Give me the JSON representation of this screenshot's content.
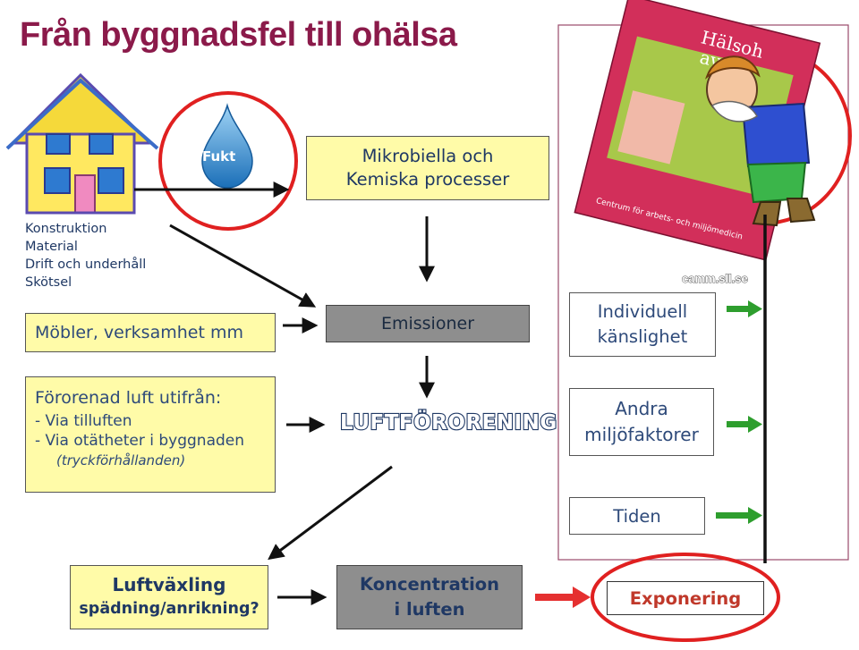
{
  "title": "Från byggnadsfel till ohälsa",
  "causes": [
    "Konstruktion",
    "Material",
    "Drift och underhåll",
    "Skötsel"
  ],
  "furniture_label": "Möbler, verksamhet mm",
  "polluted": {
    "heading": "Förorenad luft utifrån:",
    "line1": "- Via tilluften",
    "line2": "- Via otätheter i byggnaden",
    "line3": "(tryckförhållanden)"
  },
  "moisture_label": "Fukt",
  "microbial": {
    "line1": "Mikrobiella och",
    "line2": "Kemiska processer"
  },
  "emissions_label": "Emissioner",
  "air_pollution_label": "LUFTFÖRORENING",
  "book": {
    "title": "Hälsoh... av mo...",
    "publisher": "Centrum för arbets- och miljömedicin"
  },
  "credit": "camm.sll.se",
  "individual": {
    "line1": "Individuell",
    "line2": "känslighet"
  },
  "other_factors": {
    "line1": "Andra",
    "line2": "miljöfaktorer"
  },
  "time_label": "Tiden",
  "ventilation": {
    "line1": "Luftväxling",
    "line2": "spädning/anrikning?"
  },
  "concentration": {
    "line1": "Koncentration",
    "line2": "i luften"
  },
  "exposure_label": "Exponering",
  "colors": {
    "title": "#8B1A4A",
    "yellow_box": "#FFFBA8",
    "gray_box": "#8E8E8E",
    "green_arrow": "#2E9E2E",
    "red_arrow": "#E53030",
    "circle": "#E02020"
  }
}
